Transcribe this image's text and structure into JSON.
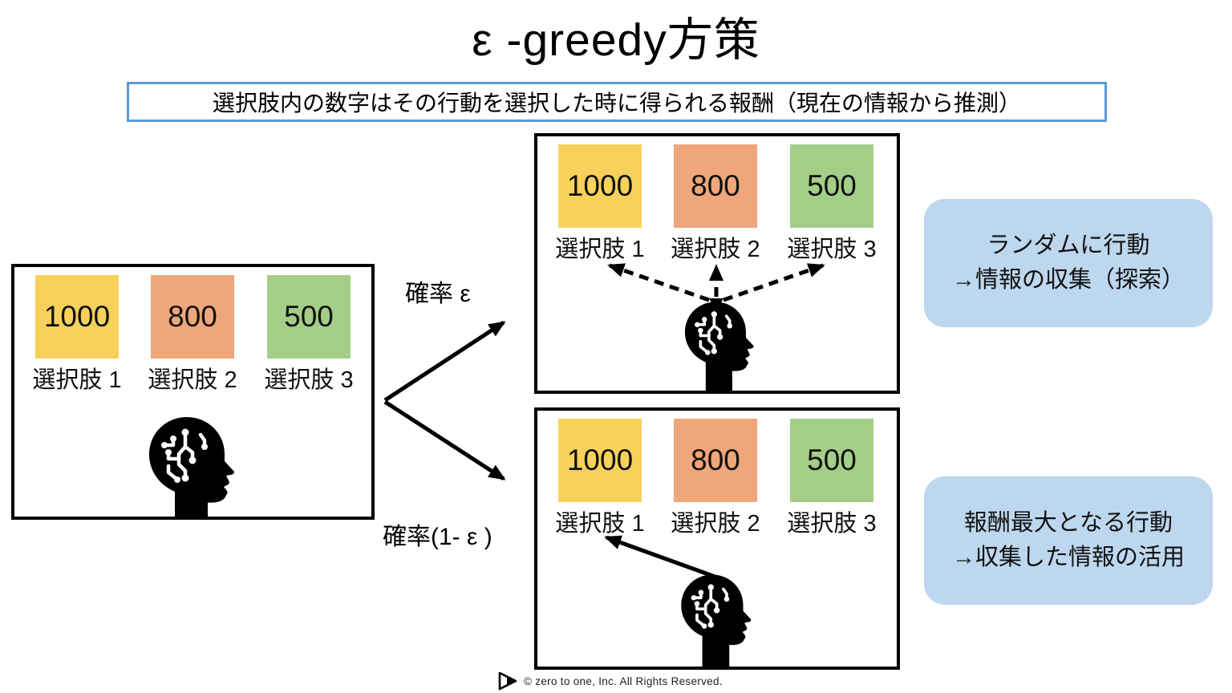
{
  "title": "ε -greedy方策",
  "subtitle": "選択肢内の数字はその行動を選択した時に得られる報酬（現在の情報から推測）",
  "options": [
    {
      "value": "1000",
      "label": "選択肢 1",
      "color": "#F8D15C"
    },
    {
      "value": "800",
      "label": "選択肢 2",
      "color": "#EFA67A"
    },
    {
      "value": "500",
      "label": "選択肢 3",
      "color": "#A4CE87"
    }
  ],
  "branches": {
    "explore_probability": "確率 ε",
    "exploit_probability": "確率(1- ε )"
  },
  "callouts": {
    "explore": {
      "line1": "ランダムに行動",
      "line2": "→情報の収集（探索）"
    },
    "exploit": {
      "line1": "報酬最大となる行動",
      "line2": "→収集した情報の活用"
    }
  },
  "colors": {
    "subtitle_border": "#5B9BD5",
    "callout_background": "#BDD7EE",
    "option_yellow": "#F8D15C",
    "option_orange": "#EFA67A",
    "option_green": "#A4CE87",
    "panel_border": "#000000"
  },
  "footer": {
    "copyright": "© zero to one, Inc. All Rights Reserved."
  }
}
